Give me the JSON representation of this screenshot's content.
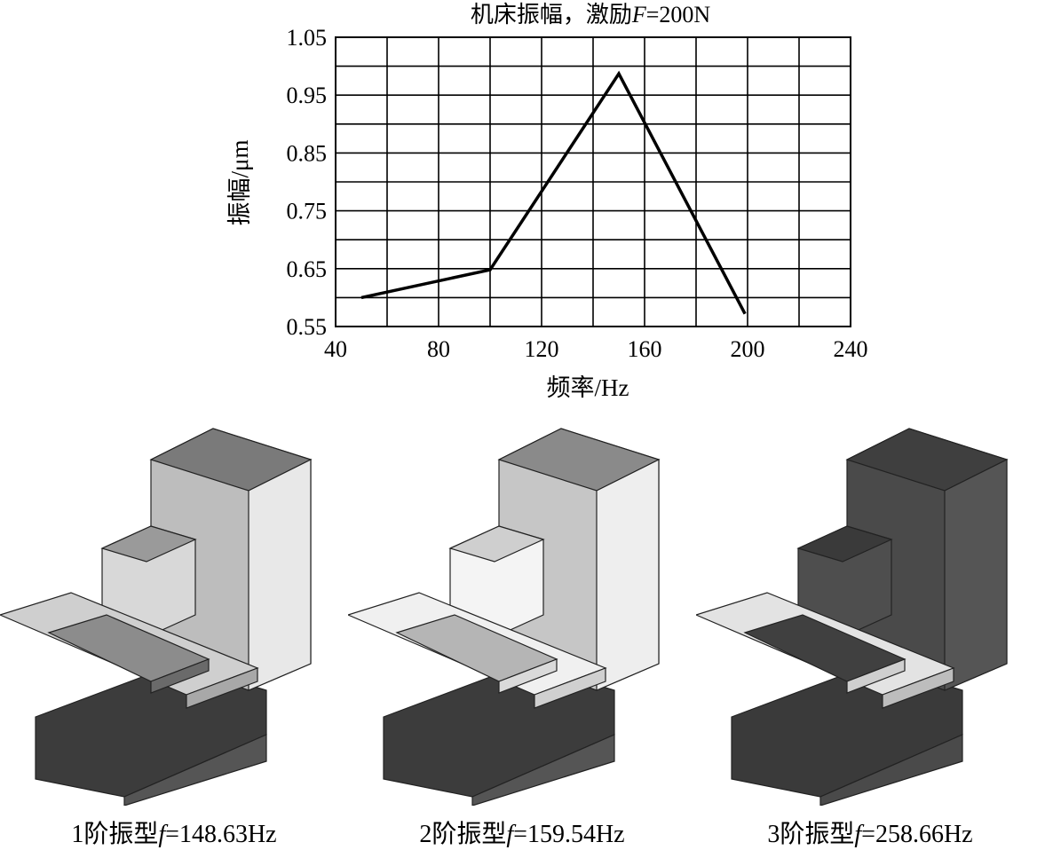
{
  "chart_data": {
    "type": "line",
    "title_main": "机床振幅，激励",
    "title_var": "F",
    "title_rest": "=200N",
    "xlabel": "频率/Hz",
    "ylabel": "振幅/μm",
    "xlim": [
      40,
      240
    ],
    "ylim": [
      0.55,
      1.05
    ],
    "xticks": [
      "40",
      "80",
      "120",
      "160",
      "200",
      "240"
    ],
    "yticks": [
      "0.55",
      "0.65",
      "0.75",
      "0.85",
      "0.95",
      "1.05"
    ],
    "grid": true,
    "x": [
      50,
      100,
      150,
      199
    ],
    "y": [
      0.6,
      0.648,
      0.987,
      0.572
    ]
  },
  "modes": [
    {
      "prefix": "1阶振型",
      "var": "f",
      "value": "=148.63Hz",
      "theme": "mode1"
    },
    {
      "prefix": "2阶振型",
      "var": "f",
      "value": "=159.54Hz",
      "theme": "mode2"
    },
    {
      "prefix": "3阶振型",
      "var": "f",
      "value": "=258.66Hz",
      "theme": "mode3"
    }
  ]
}
